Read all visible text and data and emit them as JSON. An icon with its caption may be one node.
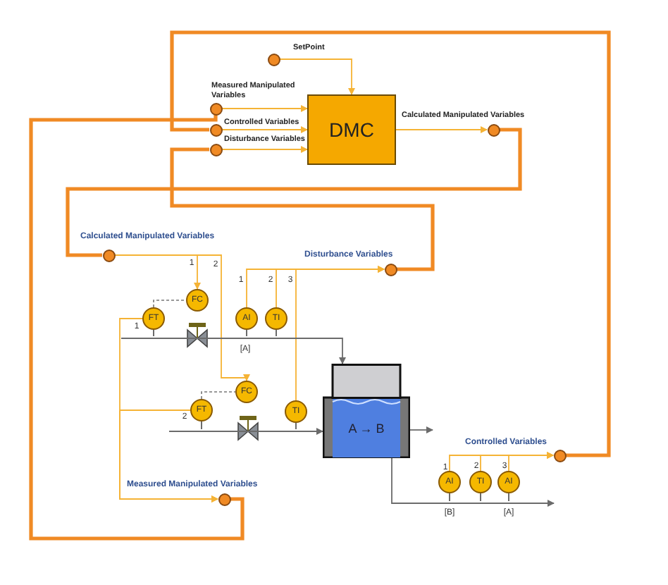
{
  "diagram": {
    "nodes": [
      {
        "text": [
          "DMC"
        ]
      },
      {
        "text": [],
        "shape": "circle",
        "beside": [
          "SetPoint"
        ]
      },
      {
        "text": [],
        "shape": "circle",
        "beside": [
          "Measured Manipulated Variables"
        ]
      },
      {
        "text": [],
        "shape": "circle",
        "beside": [
          "Controlled Variables"
        ]
      },
      {
        "text": [],
        "shape": "circle",
        "beside": [
          "Disturbance Variables"
        ]
      },
      {
        "text": [],
        "shape": "circle",
        "beside": [
          "Calculated Manipulated Variables"
        ]
      },
      {
        "text": [],
        "shape": "circle",
        "beside": [
          "Calculated Manipulated Variables"
        ]
      },
      {
        "text": [],
        "shape": "circle",
        "beside": [
          "Disturbance Variables"
        ]
      },
      {
        "text": [],
        "shape": "circle",
        "beside": [
          "Measured Manipulated Variables"
        ]
      },
      {
        "text": [],
        "shape": "circle",
        "beside": [
          "Controlled Variables"
        ]
      },
      {
        "text": [
          "FC"
        ]
      },
      {
        "text": [
          "FT"
        ]
      },
      {
        "text": [
          "AI"
        ]
      },
      {
        "text": [
          "TI"
        ]
      },
      {
        "text": [
          "FC"
        ]
      },
      {
        "text": [
          "FT"
        ]
      },
      {
        "text": [
          "TI"
        ]
      },
      {
        "text": [
          "AI"
        ]
      },
      {
        "text": [
          "TI"
        ]
      },
      {
        "text": [
          "AI"
        ]
      },
      {
        "text": [
          "A → B"
        ]
      }
    ],
    "edges": [
      {
        "from": 1,
        "to": 0,
        "arrow": "to"
      },
      {
        "from": 2,
        "to": 0,
        "arrow": "to"
      },
      {
        "from": 3,
        "to": 0,
        "arrow": "to"
      },
      {
        "from": 4,
        "to": 0,
        "arrow": "to"
      },
      {
        "from": 0,
        "to": 5,
        "arrow": "to"
      },
      {
        "from": 5,
        "to": 6,
        "arrow": "none",
        "style": "thick",
        "color": "#f08a24"
      },
      {
        "from": 7,
        "to": 4,
        "arrow": "none",
        "style": "thick",
        "color": "#f08a24"
      },
      {
        "from": 8,
        "to": 2,
        "arrow": "none",
        "style": "thick",
        "color": "#f08a24"
      },
      {
        "from": 9,
        "to": 3,
        "arrow": "none",
        "style": "thick",
        "color": "#f08a24"
      },
      {
        "from": 6,
        "to": 10,
        "arrow": "to"
      },
      {
        "from": 6,
        "to": 14,
        "arrow": "to"
      },
      {
        "from": 12,
        "to": 7,
        "arrow": "to"
      },
      {
        "from": 13,
        "to": 7,
        "arrow": "to"
      },
      {
        "from": 16,
        "to": 7,
        "arrow": "to"
      },
      {
        "from": 11,
        "to": 8,
        "arrow": "to"
      },
      {
        "from": 15,
        "to": 8,
        "arrow": "to"
      },
      {
        "from": 17,
        "to": 9,
        "arrow": "to"
      },
      {
        "from": 18,
        "to": 9,
        "arrow": "to"
      },
      {
        "from": 19,
        "to": 9,
        "arrow": "to"
      },
      {
        "from": 11,
        "to": 10,
        "arrow": "none",
        "style": "dashed",
        "color": "#777777"
      },
      {
        "from": 15,
        "to": 14,
        "arrow": "none",
        "style": "dashed",
        "color": "#777777"
      },
      {
        "from": null,
        "to": 20,
        "arrow": "to",
        "color": "#6b6b6b"
      },
      {
        "from": null,
        "to": 20,
        "arrow": "to",
        "color": "#6b6b6b"
      },
      {
        "from": 20,
        "to": null,
        "arrow": "to",
        "color": "#6b6b6b"
      },
      {
        "from": 20,
        "to": null,
        "arrow": "to",
        "color": "#6b6b6b"
      }
    ],
    "labels": [
      "1",
      "2",
      "1",
      "2",
      "3",
      "1",
      "[A]",
      "2",
      "1",
      "2",
      "3",
      "[B]",
      "[A]"
    ]
  }
}
